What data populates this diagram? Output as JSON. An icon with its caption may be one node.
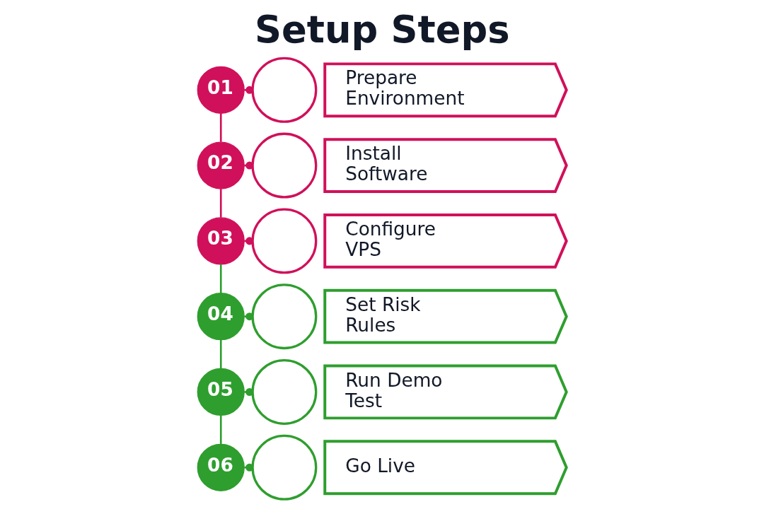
{
  "diagram": {
    "title": "Setup Steps",
    "nodes": [
      {
        "text": [
          "01"
        ]
      },
      {
        "text": [],
        "shape": "circle"
      },
      {
        "text": [
          "Prepare Environment"
        ]
      },
      {
        "text": [
          "02"
        ]
      },
      {
        "text": [],
        "shape": "circle"
      },
      {
        "text": [
          "Install Software"
        ]
      },
      {
        "text": [
          "03"
        ]
      },
      {
        "text": [],
        "shape": "circle"
      },
      {
        "text": [
          "Configure VPS"
        ]
      },
      {
        "text": [
          "04"
        ]
      },
      {
        "text": [],
        "shape": "circle"
      },
      {
        "text": [
          "Set Risk Rules"
        ]
      },
      {
        "text": [
          "05"
        ]
      },
      {
        "text": [],
        "shape": "circle"
      },
      {
        "text": [
          "Run Demo Test"
        ]
      },
      {
        "text": [
          "06"
        ]
      },
      {
        "text": [],
        "shape": "circle"
      },
      {
        "text": [
          "Go Live"
        ]
      }
    ],
    "edges": [
      {
        "from": 0,
        "to": 1,
        "arrow": "other",
        "color": "#d0105a"
      },
      {
        "from": 3,
        "to": 4,
        "arrow": "other",
        "color": "#d0105a"
      },
      {
        "from": 6,
        "to": 7,
        "arrow": "other",
        "color": "#d0105a"
      },
      {
        "from": 9,
        "to": 10,
        "arrow": "other",
        "color": "#2e9e2e"
      },
      {
        "from": 12,
        "to": 13,
        "arrow": "other",
        "color": "#2e9e2e"
      },
      {
        "from": 15,
        "to": 16,
        "arrow": "other",
        "color": "#2e9e2e"
      },
      {
        "from": 0,
        "to": 3,
        "arrow": "none",
        "color": "#d0105a"
      },
      {
        "from": 3,
        "to": 6,
        "arrow": "none",
        "color": "#d0105a"
      },
      {
        "from": 6,
        "to": 9,
        "arrow": "none",
        "color": "#2e9e2e"
      },
      {
        "from": 9,
        "to": 12,
        "arrow": "none",
        "color": "#2e9e2e"
      },
      {
        "from": 12,
        "to": 15,
        "arrow": "none",
        "color": "#2e9e2e"
      }
    ]
  }
}
